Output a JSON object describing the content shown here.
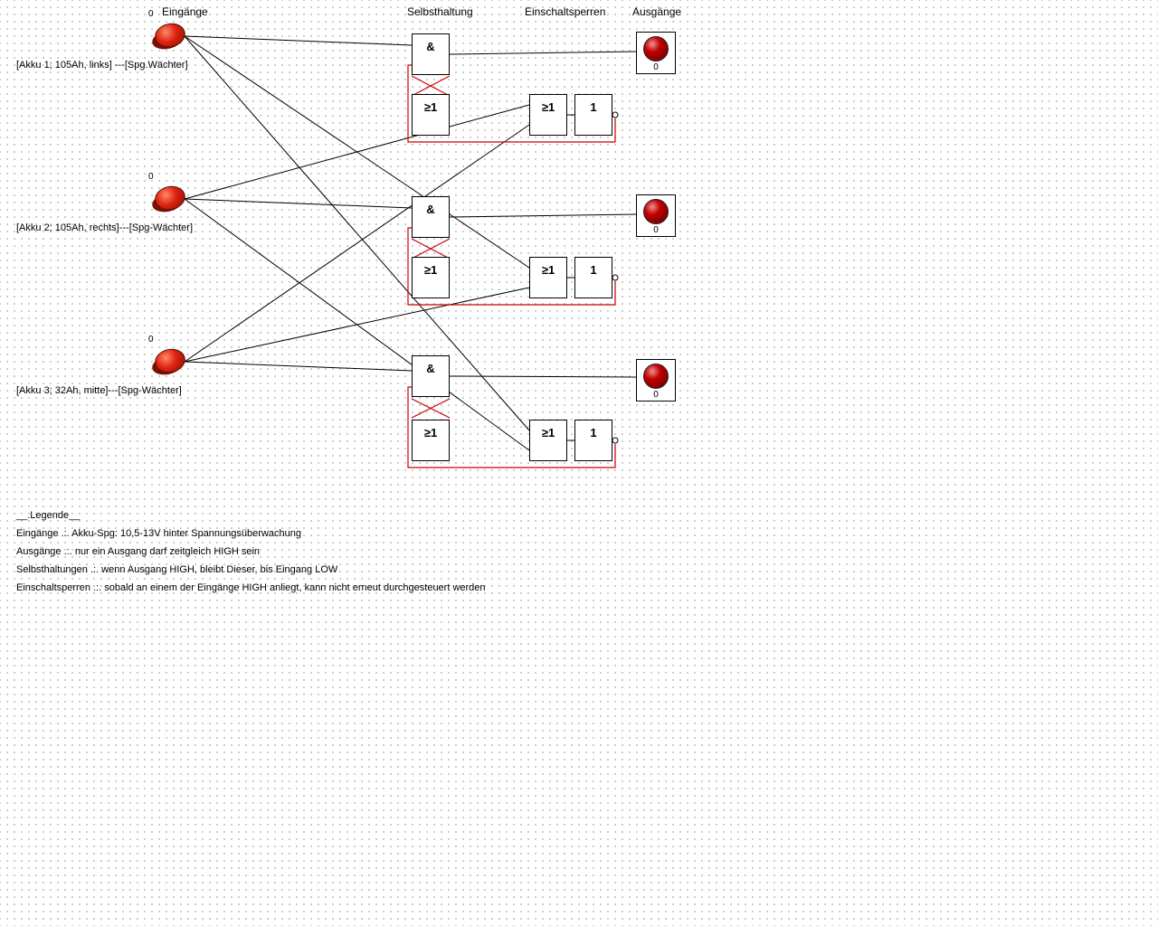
{
  "headers": {
    "inputs": "Eingänge",
    "selbsthaltung": "Selbsthaltung",
    "einschaltsperren": "Einschaltsperren",
    "outputs": "Ausgänge"
  },
  "channels": [
    {
      "input_value": "0",
      "input_label": "[Akku 1; 105Ah, links] ---[Spg.Wächter]",
      "and_label": "&",
      "selbsthaltung_or_label": "≥1",
      "einschaltsperre_or_label": "≥1",
      "not_label": "1",
      "output_value": "0"
    },
    {
      "input_value": "0",
      "input_label": "[Akku 2; 105Ah, rechts]---[Spg-Wächter]",
      "and_label": "&",
      "selbsthaltung_or_label": "≥1",
      "einschaltsperre_or_label": "≥1",
      "not_label": "1",
      "output_value": "0"
    },
    {
      "input_value": "0",
      "input_label": "[Akku 3; 32Ah, mitte]---[Spg-Wächter]",
      "and_label": "&",
      "selbsthaltung_or_label": "≥1",
      "einschaltsperre_or_label": "≥1",
      "not_label": "1",
      "output_value": "0"
    }
  ],
  "legend": {
    "title": "__.Legende__",
    "lines": [
      "Eingänge .:. Akku-Spg: 10,5-13V hinter Spannungsüberwachung",
      "Ausgänge .:. nur ein Ausgang darf zeitgleich HIGH sein",
      "Selbsthaltungen .:. wenn Ausgang HIGH, bleibt Dieser, bis Eingang LOW",
      "Einschaltsperren .:. sobald an einem der Eingänge HIGH anliegt, kann nicht erneut durchgesteuert werden"
    ]
  },
  "colors": {
    "wire": "#000000",
    "feedback_wire": "#cc0000",
    "button_color": "#dd2211",
    "led_color": "#aa0000"
  }
}
